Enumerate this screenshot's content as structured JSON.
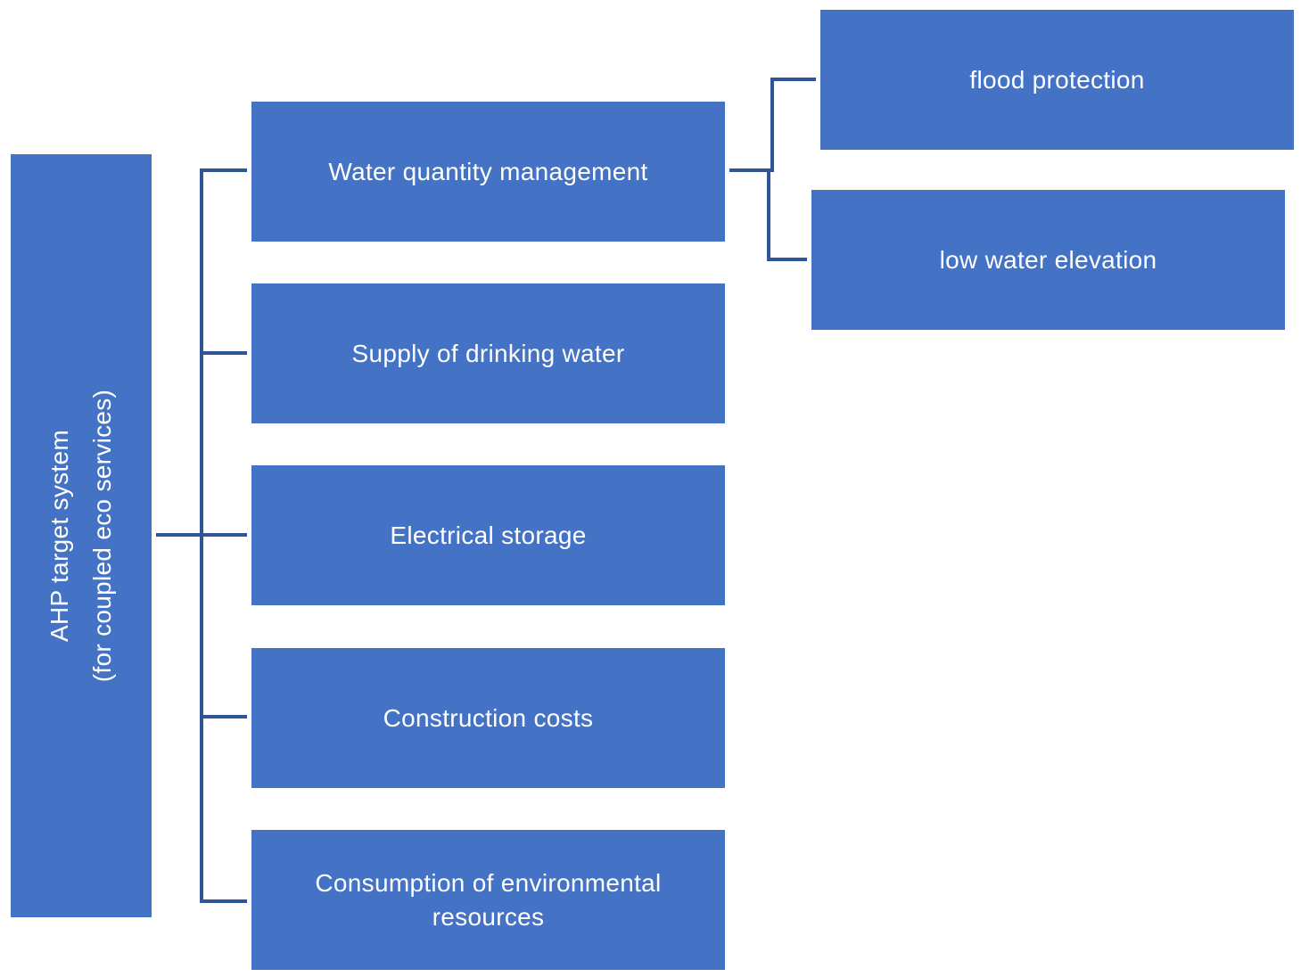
{
  "colors": {
    "box_fill": "#4472c4",
    "connector": "#2f5597",
    "text": "#ffffff",
    "background": "#ffffff"
  },
  "root": {
    "line1": "AHP target system",
    "line2": "(for coupled eco services)"
  },
  "criteria": [
    {
      "label": "Water quantity management"
    },
    {
      "label": "Supply of drinking water"
    },
    {
      "label": "Electrical storage"
    },
    {
      "label": "Construction costs"
    },
    {
      "label": "Consumption of environmental resources"
    }
  ],
  "subcriteria": [
    {
      "label": "flood protection"
    },
    {
      "label": "low water elevation"
    }
  ]
}
